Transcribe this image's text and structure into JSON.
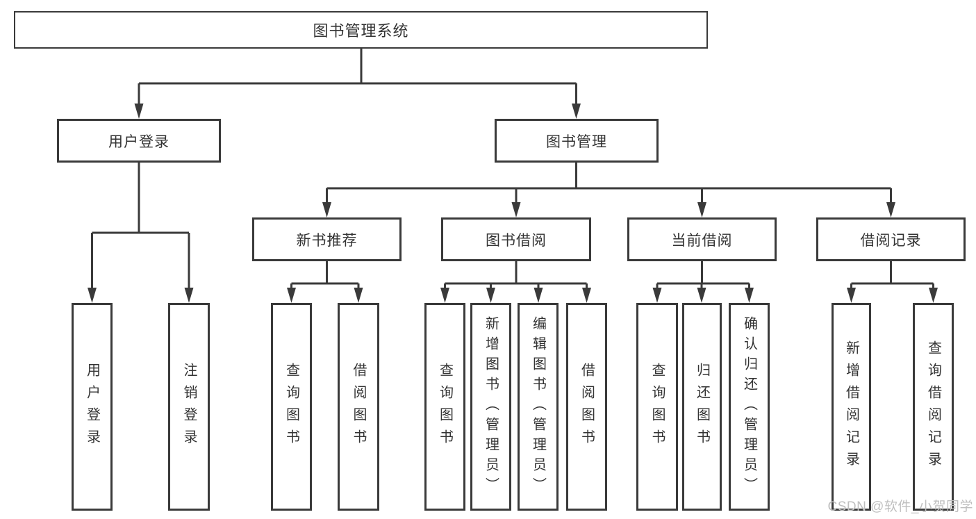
{
  "tree": {
    "root": "图书管理系统",
    "branches": [
      {
        "label": "用户登录",
        "children": [
          "用户登录",
          "注销登录"
        ]
      },
      {
        "label": "图书管理",
        "groups": [
          {
            "label": "新书推荐",
            "children": [
              "查询图书",
              "借阅图书"
            ]
          },
          {
            "label": "图书借阅",
            "children": [
              "查询图书",
              "新增图书（管理员）",
              "编辑图书（管理员）",
              "借阅图书"
            ]
          },
          {
            "label": "当前借阅",
            "children": [
              "查询图书",
              "归还图书",
              "确认归还（管理员）"
            ]
          },
          {
            "label": "借阅记录",
            "children": [
              "新增借阅记录",
              "查询借阅记录"
            ]
          }
        ]
      }
    ]
  },
  "watermark": "CSDN @软件_小贺同学",
  "colors": {
    "line": "#3a3a3a",
    "box_border": "#3a3a3a",
    "text": "#333333",
    "watermark_text": "#bfbfbf",
    "background": "#ffffff"
  }
}
